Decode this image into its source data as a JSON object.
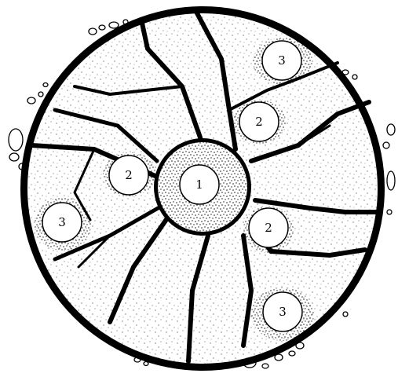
{
  "diagram": {
    "labels": [
      {
        "id": "center",
        "text": "1"
      },
      {
        "id": "inner-left",
        "text": "2"
      },
      {
        "id": "inner-top-right",
        "text": "2"
      },
      {
        "id": "inner-bottom-right",
        "text": "2"
      },
      {
        "id": "outer-top",
        "text": "3"
      },
      {
        "id": "outer-left",
        "text": "3"
      },
      {
        "id": "outer-bottom",
        "text": "3"
      }
    ],
    "colors": {
      "ink": "#000000",
      "paper": "#ffffff"
    }
  }
}
